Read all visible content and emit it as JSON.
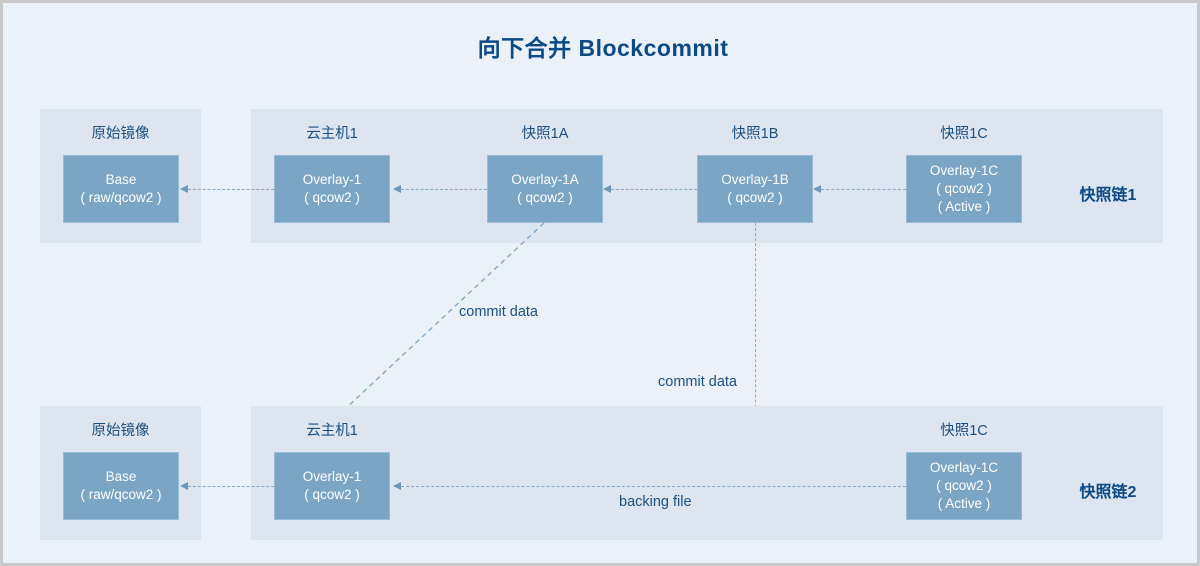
{
  "title": "向下合并 Blockcommit",
  "colors": {
    "page_bg": "#eaf1f9",
    "panel_bg": "#dde5f0",
    "node_fill": "#7ba5c5",
    "node_text": "#ffffff",
    "accent_text": "#0b4a87",
    "label_text": "#1c4f80",
    "connector": "#86a9c6",
    "outer_border": "#c9c9c9"
  },
  "chains": [
    {
      "id": "chain-top",
      "name": "快照链1",
      "image_panel": {
        "caption": "原始镜像",
        "node": {
          "name": "base",
          "lines": [
            "Base",
            "( raw/qcow2 )"
          ]
        }
      },
      "nodes": [
        {
          "name": "overlay-1",
          "caption": "云主机1",
          "lines": [
            "Overlay-1",
            "( qcow2 )"
          ]
        },
        {
          "name": "overlay-1a",
          "caption": "快照1A",
          "lines": [
            "Overlay-1A",
            "( qcow2 )"
          ]
        },
        {
          "name": "overlay-1b",
          "caption": "快照1B",
          "lines": [
            "Overlay-1B",
            "( qcow2 )"
          ]
        },
        {
          "name": "overlay-1c",
          "caption": "快照1C",
          "lines": [
            "Overlay-1C",
            "( qcow2 )",
            "( Active )"
          ]
        }
      ]
    },
    {
      "id": "chain-bottom",
      "name": "快照链2",
      "image_panel": {
        "caption": "原始镜像",
        "node": {
          "name": "base",
          "lines": [
            "Base",
            "( raw/qcow2 )"
          ]
        }
      },
      "nodes": [
        {
          "name": "overlay-1",
          "caption": "云主机1",
          "lines": [
            "Overlay-1",
            "( qcow2 )"
          ]
        },
        {
          "name": "overlay-1c",
          "caption": "快照1C",
          "lines": [
            "Overlay-1C",
            "( qcow2 )",
            "( Active )"
          ]
        }
      ]
    }
  ],
  "edges": {
    "commit_data_a": "commit data",
    "commit_data_b": "commit data",
    "backing_file": "backing file"
  }
}
